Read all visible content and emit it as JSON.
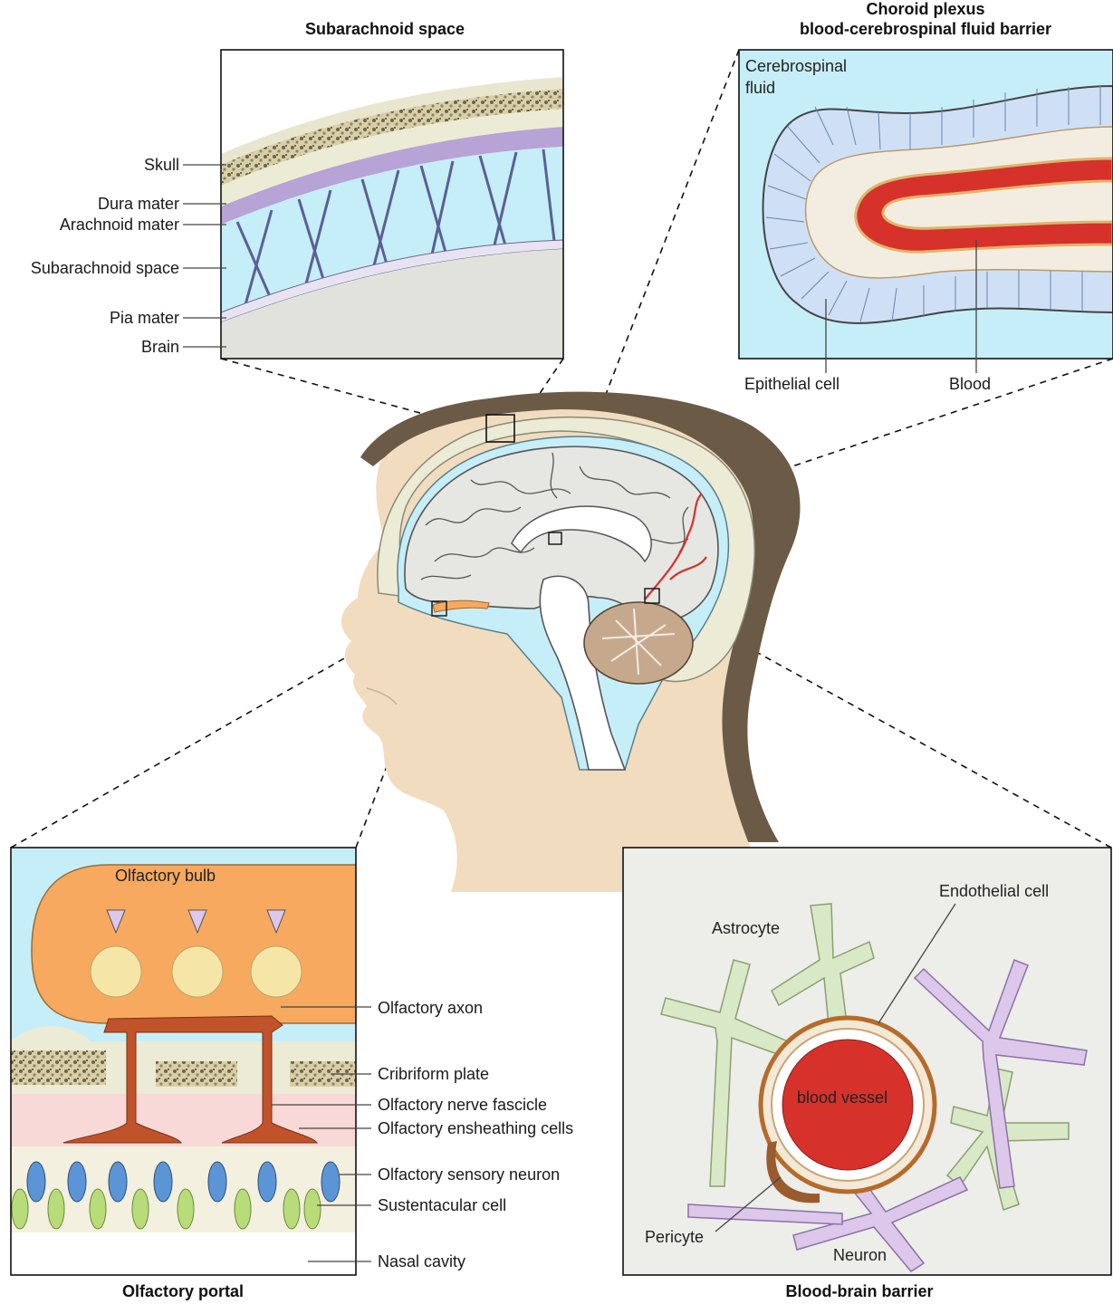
{
  "panels": {
    "subarachnoid": {
      "title": "Subarachnoid space",
      "labels": {
        "skull": "Skull",
        "dura": "Dura mater",
        "arachnoid": "Arachnoid mater",
        "subarachnoid": "Subarachnoid space",
        "pia": "Pia mater",
        "brain": "Brain"
      }
    },
    "choroid": {
      "title_line1": "Choroid plexus",
      "title_line2": "blood-cerebrospinal fluid barrier",
      "csf_line1": "Cerebrospinal",
      "csf_line2": "fluid",
      "epithelial": "Epithelial cell",
      "blood": "Blood"
    },
    "olfactory": {
      "title": "Olfactory portal",
      "bulb": "Olfactory bulb",
      "labels": {
        "axon": "Olfactory axon",
        "cribriform": "Cribriform plate",
        "fascicle": "Olfactory nerve fascicle",
        "ensheathing": "Olfactory ensheathing cells",
        "sensory": "Olfactory sensory neuron",
        "sustentacular": "Sustentacular cell",
        "nasal": "Nasal cavity"
      }
    },
    "bbb": {
      "title": "Blood-brain barrier",
      "endothelial": "Endothelial cell",
      "astrocyte": "Astrocyte",
      "vessel": "blood vessel",
      "pericyte": "Pericyte",
      "neuron": "Neuron"
    }
  },
  "colors": {
    "csf": "#c6eef8",
    "dura": "#b7a3d6",
    "skin": "#f2dcbf",
    "hair": "#6b5a46",
    "blood": "#d6312b",
    "bulb": "#f6a95f",
    "sensory_neuron": "#5b95d6",
    "sustentacular": "#b8dc79",
    "astrocyte": "#d9e8c6",
    "neuron_cell": "#ddc7ea"
  }
}
